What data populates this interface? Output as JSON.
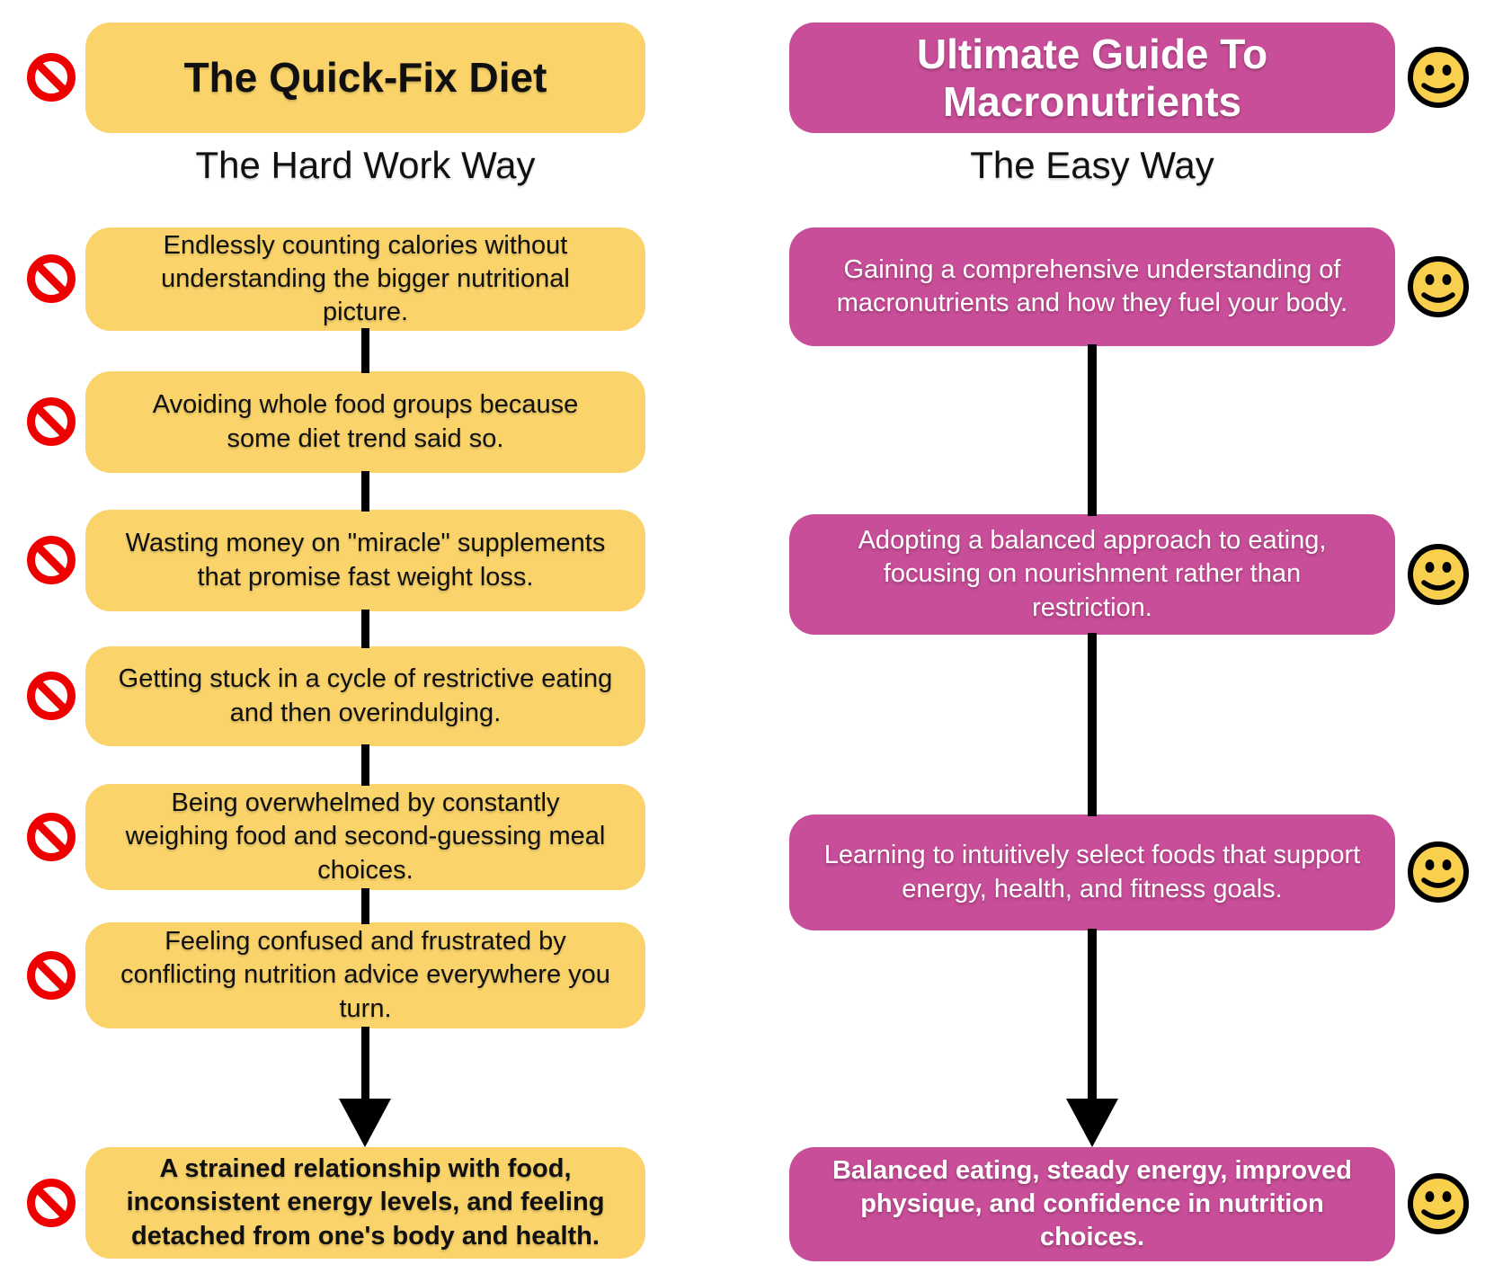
{
  "left_column": {
    "icon": "no-entry-icon",
    "title": "The Quick-Fix Diet",
    "subtitle": "The Hard Work Way",
    "steps": [
      "Endlessly counting calories without understanding the bigger nutritional picture.",
      "Avoiding whole food groups because some diet trend said so.",
      "Wasting money on \"miracle\" supplements that promise fast weight loss.",
      "Getting stuck in a cycle of restrictive eating and then overindulging.",
      "Being overwhelmed by constantly weighing food and second-guessing meal choices.",
      "Feeling confused and frustrated by conflicting nutrition advice everywhere you turn."
    ],
    "result": "A strained relationship with food, inconsistent energy levels, and feeling detached from one's body and health."
  },
  "right_column": {
    "icon": "smiley-icon",
    "title": "Ultimate Guide To Macronutrients",
    "subtitle": "The Easy Way",
    "steps": [
      "Gaining a comprehensive understanding of macronutrients and how they fuel your body.",
      "Adopting a balanced approach to eating, focusing on nourishment rather than restriction.",
      "Learning to intuitively select foods that support energy, health, and fitness goals."
    ],
    "result": "Balanced eating, steady energy, improved physique, and confidence in nutrition choices."
  },
  "colors": {
    "negative_box": "#FAD46A",
    "positive_box": "#C94E99",
    "prohibition_red": "#EE0000",
    "smiley_yellow": "#F8D04E",
    "arrow_black": "#000000"
  }
}
